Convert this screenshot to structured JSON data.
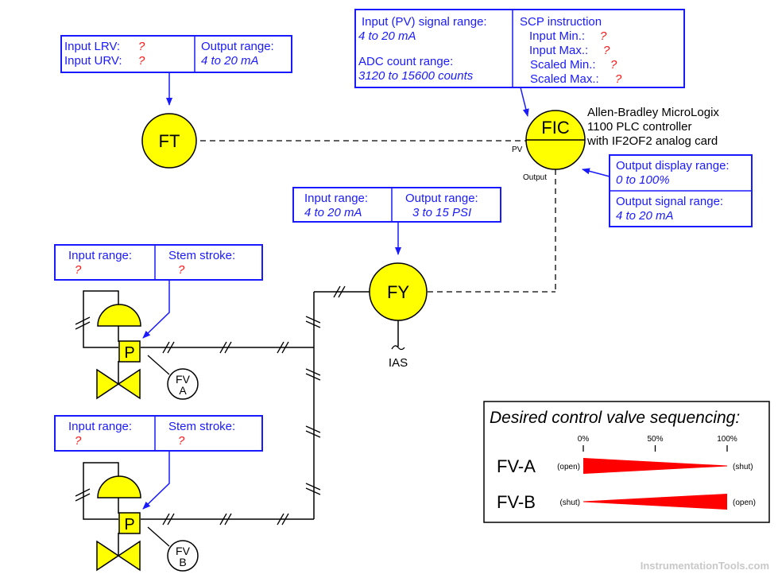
{
  "ft_callout": {
    "lrv_label": "Input LRV:",
    "lrv_value": "?",
    "urv_label": "Input URV:",
    "urv_value": "?",
    "output_label": "Output range:",
    "output_value": "4 to 20 mA"
  },
  "fic_callout": {
    "pv_label": "Input (PV) signal range:",
    "pv_value": "4 to 20 mA",
    "adc_label": "ADC count range:",
    "adc_value": "3120 to 15600 counts",
    "scp_title": "SCP instruction",
    "input_min_label": "Input Min.:",
    "input_min_value": "?",
    "input_max_label": "Input Max.:",
    "input_max_value": "?",
    "scaled_min_label": "Scaled Min.:",
    "scaled_min_value": "?",
    "scaled_max_label": "Scaled Max.:",
    "scaled_max_value": "?"
  },
  "fic_description": {
    "line1": "Allen-Bradley MicroLogix",
    "line2": "1100 PLC controller",
    "line3": "with IF2OF2 analog card"
  },
  "fic_output_callout": {
    "display_label": "Output display range:",
    "display_value": "0 to 100%",
    "signal_label": "Output signal range:",
    "signal_value": "4 to 20 mA"
  },
  "fy_callout": {
    "input_label": "Input range:",
    "input_value": "4 to 20 mA",
    "output_label": "Output range:",
    "output_value": "3 to 15 PSI"
  },
  "valve_a_callout": {
    "input_label": "Input range:",
    "input_value": "?",
    "stroke_label": "Stem stroke:",
    "stroke_value": "?"
  },
  "valve_b_callout": {
    "input_label": "Input range:",
    "input_value": "?",
    "stroke_label": "Stem stroke:",
    "stroke_value": "?"
  },
  "instruments": {
    "ft": "FT",
    "fic": "FIC",
    "fy": "FY",
    "fv_a_top": "FV",
    "fv_a_bottom": "A",
    "fv_b_top": "FV",
    "fv_b_bottom": "B",
    "positioner": "P"
  },
  "labels": {
    "pv": "PV",
    "output": "Output",
    "ias": "IAS"
  },
  "sequencing": {
    "title": "Desired control valve sequencing:",
    "ticks": [
      "0%",
      "50%",
      "100%"
    ],
    "rows": [
      {
        "name": "FV-A",
        "left": "(open)",
        "right": "(shut)",
        "start_percent": 100,
        "end_percent": 0
      },
      {
        "name": "FV-B",
        "left": "(shut)",
        "right": "(open)",
        "start_percent": 0,
        "end_percent": 100
      }
    ]
  },
  "colors": {
    "callout_blue": "#1a1aff",
    "unknown_red": "#ff1a1a",
    "instrument_yellow": "#ffff00",
    "wedge_red": "#ff0000"
  },
  "watermark": "InstrumentationTools.com"
}
